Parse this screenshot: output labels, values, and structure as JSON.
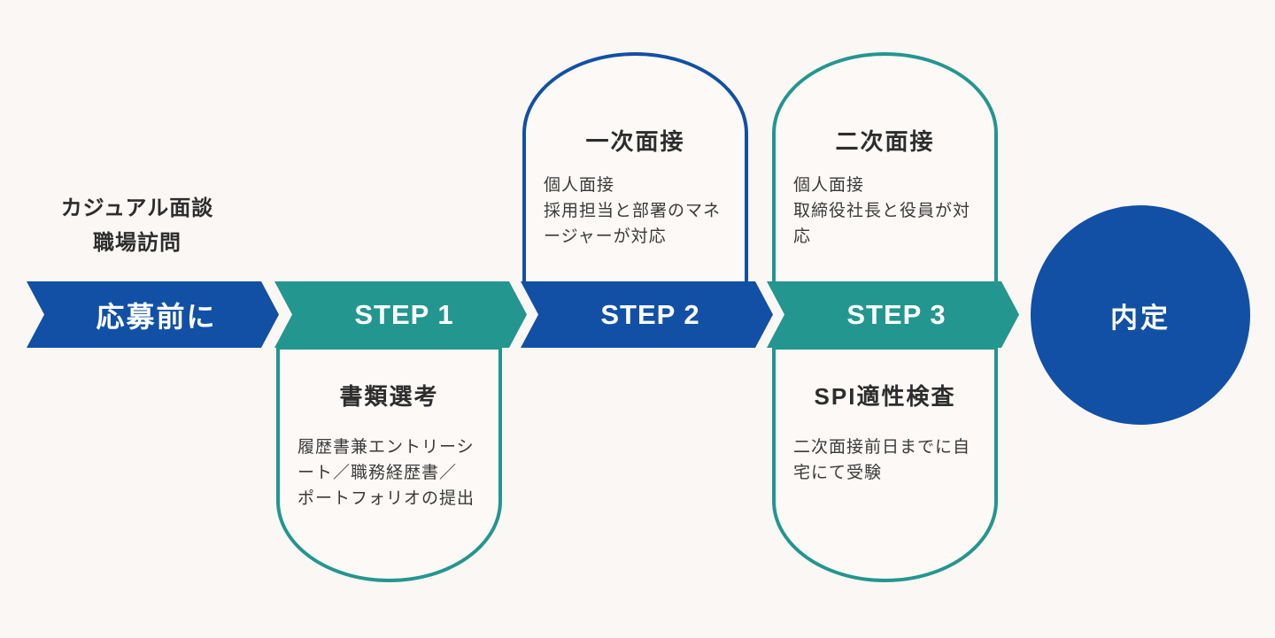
{
  "colors": {
    "blue": "#1150A5",
    "teal": "#23968F",
    "background": "#FBF7F4",
    "card_bg": "#FCF9F6",
    "text_dark": "#2D2D2D",
    "text_body": "#3A3A3A",
    "label_white": "#FFFFFF"
  },
  "pre_note": {
    "line1": "カジュアル面談",
    "line2": "職場訪問"
  },
  "flow": {
    "banners": [
      {
        "id": "pre-apply",
        "label": "応募前に",
        "accent": "blue"
      },
      {
        "id": "step-1",
        "label": "STEP 1",
        "accent": "teal"
      },
      {
        "id": "step-2",
        "label": "STEP 2",
        "accent": "blue"
      },
      {
        "id": "step-3",
        "label": "STEP 3",
        "accent": "teal"
      }
    ],
    "cards": [
      {
        "id": "first-interview",
        "position": "above STEP 2",
        "accent": "blue",
        "title": "一次面接",
        "body": "個人面接\n採用担当と部署のマネ\nージャーが対応"
      },
      {
        "id": "second-interview",
        "position": "above STEP 3",
        "accent": "teal",
        "title": "二次面接",
        "body": "個人面接\n取締役社長と役員が対\n応"
      },
      {
        "id": "document-screening",
        "position": "below STEP 1",
        "accent": "teal",
        "title": "書類選考",
        "body": "履歴書兼エントリーシ\nート／職務経歴書／\nポートフォリオの提出"
      },
      {
        "id": "spi-test",
        "position": "below STEP 3",
        "accent": "teal",
        "title": "SPI適性検査",
        "body": "二次面接前日までに自\n宅にて受験"
      }
    ],
    "result": {
      "label": "内定"
    }
  }
}
